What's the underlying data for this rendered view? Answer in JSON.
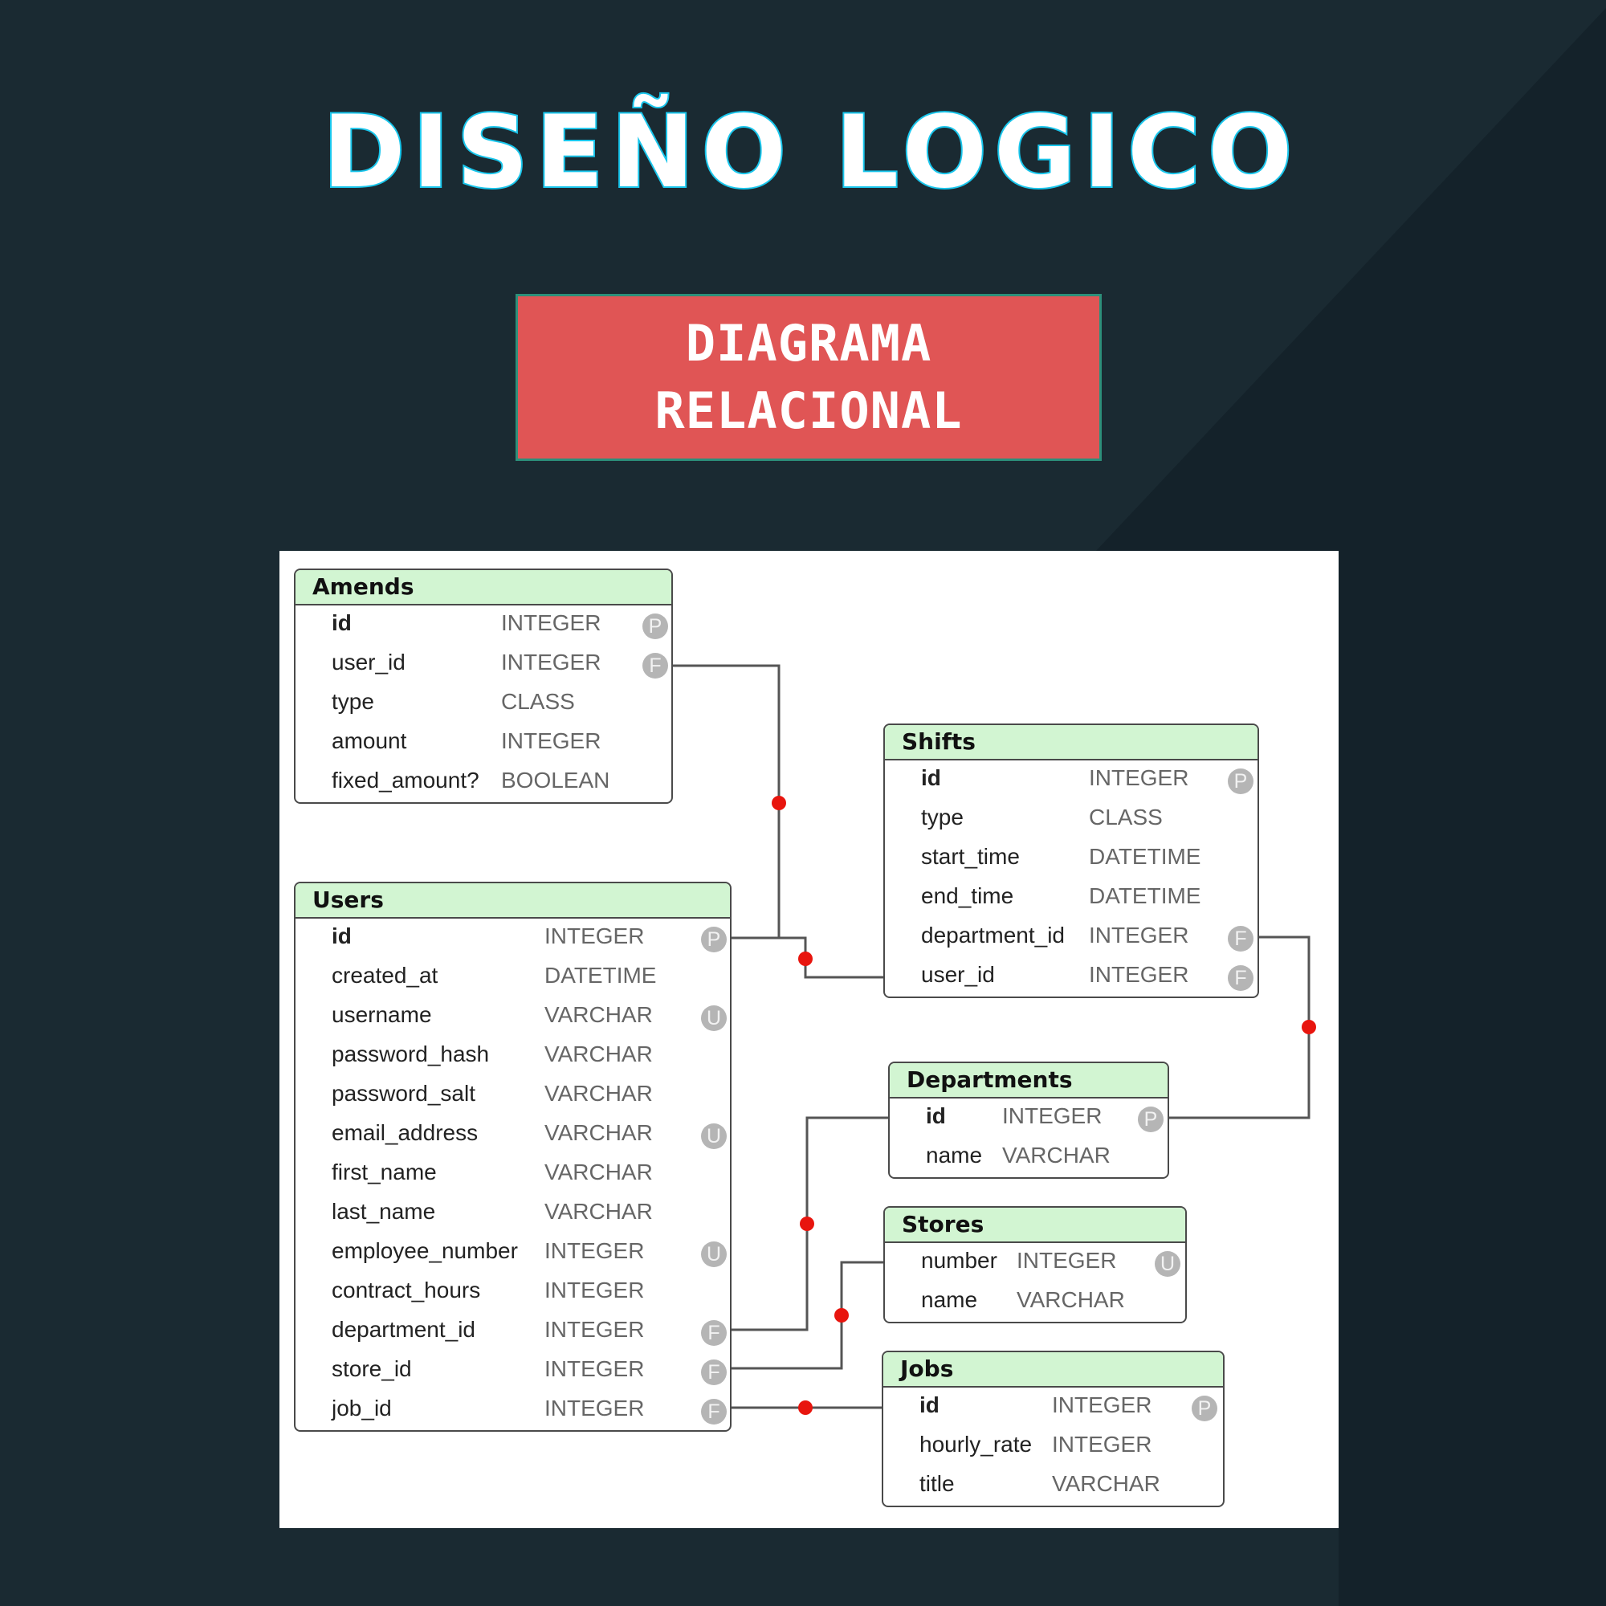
{
  "page": {
    "title": "DISEÑO LOGICO",
    "subtitle": "DIAGRAMA\nRELACIONAL"
  },
  "colors": {
    "background": "#1a2a32",
    "title_fill": "#ffffff",
    "title_outline": "#19c6ec",
    "subtitle_box": "#e05555",
    "table_header": "#d2f5d2",
    "link_line": "#555555",
    "link_dot": "#e8150e"
  },
  "tables": [
    {
      "name": "Amends",
      "columns": [
        {
          "name": "id",
          "type": "INTEGER",
          "badge": "P",
          "pk": true
        },
        {
          "name": "user_id",
          "type": "INTEGER",
          "badge": "F"
        },
        {
          "name": "type",
          "type": "CLASS"
        },
        {
          "name": "amount",
          "type": "INTEGER"
        },
        {
          "name": "fixed_amount?",
          "type": "BOOLEAN"
        }
      ]
    },
    {
      "name": "Users",
      "columns": [
        {
          "name": "id",
          "type": "INTEGER",
          "badge": "P",
          "pk": true
        },
        {
          "name": "created_at",
          "type": "DATETIME"
        },
        {
          "name": "username",
          "type": "VARCHAR",
          "badge": "U"
        },
        {
          "name": "password_hash",
          "type": "VARCHAR"
        },
        {
          "name": "password_salt",
          "type": "VARCHAR"
        },
        {
          "name": "email_address",
          "type": "VARCHAR",
          "badge": "U"
        },
        {
          "name": "first_name",
          "type": "VARCHAR"
        },
        {
          "name": "last_name",
          "type": "VARCHAR"
        },
        {
          "name": "employee_number",
          "type": "INTEGER",
          "badge": "U"
        },
        {
          "name": "contract_hours",
          "type": "INTEGER"
        },
        {
          "name": "department_id",
          "type": "INTEGER",
          "badge": "F"
        },
        {
          "name": "store_id",
          "type": "INTEGER",
          "badge": "F"
        },
        {
          "name": "job_id",
          "type": "INTEGER",
          "badge": "F"
        }
      ]
    },
    {
      "name": "Shifts",
      "columns": [
        {
          "name": "id",
          "type": "INTEGER",
          "badge": "P",
          "pk": true
        },
        {
          "name": "type",
          "type": "CLASS"
        },
        {
          "name": "start_time",
          "type": "DATETIME"
        },
        {
          "name": "end_time",
          "type": "DATETIME"
        },
        {
          "name": "department_id",
          "type": "INTEGER",
          "badge": "F"
        },
        {
          "name": "user_id",
          "type": "INTEGER",
          "badge": "F"
        }
      ]
    },
    {
      "name": "Departments",
      "columns": [
        {
          "name": "id",
          "type": "INTEGER",
          "badge": "P",
          "pk": true
        },
        {
          "name": "name",
          "type": "VARCHAR"
        }
      ]
    },
    {
      "name": "Stores",
      "columns": [
        {
          "name": "number",
          "type": "INTEGER",
          "badge": "U"
        },
        {
          "name": "name",
          "type": "VARCHAR"
        }
      ]
    },
    {
      "name": "Jobs",
      "columns": [
        {
          "name": "id",
          "type": "INTEGER",
          "badge": "P",
          "pk": true
        },
        {
          "name": "hourly_rate",
          "type": "INTEGER"
        },
        {
          "name": "title",
          "type": "VARCHAR"
        }
      ]
    }
  ],
  "relationships": [
    {
      "from": "Amends.user_id",
      "to": "Users.id"
    },
    {
      "from": "Shifts.user_id",
      "to": "Users.id"
    },
    {
      "from": "Shifts.department_id",
      "to": "Departments.id"
    },
    {
      "from": "Users.department_id",
      "to": "Departments.id"
    },
    {
      "from": "Users.store_id",
      "to": "Stores.number"
    },
    {
      "from": "Users.job_id",
      "to": "Jobs.id"
    }
  ]
}
